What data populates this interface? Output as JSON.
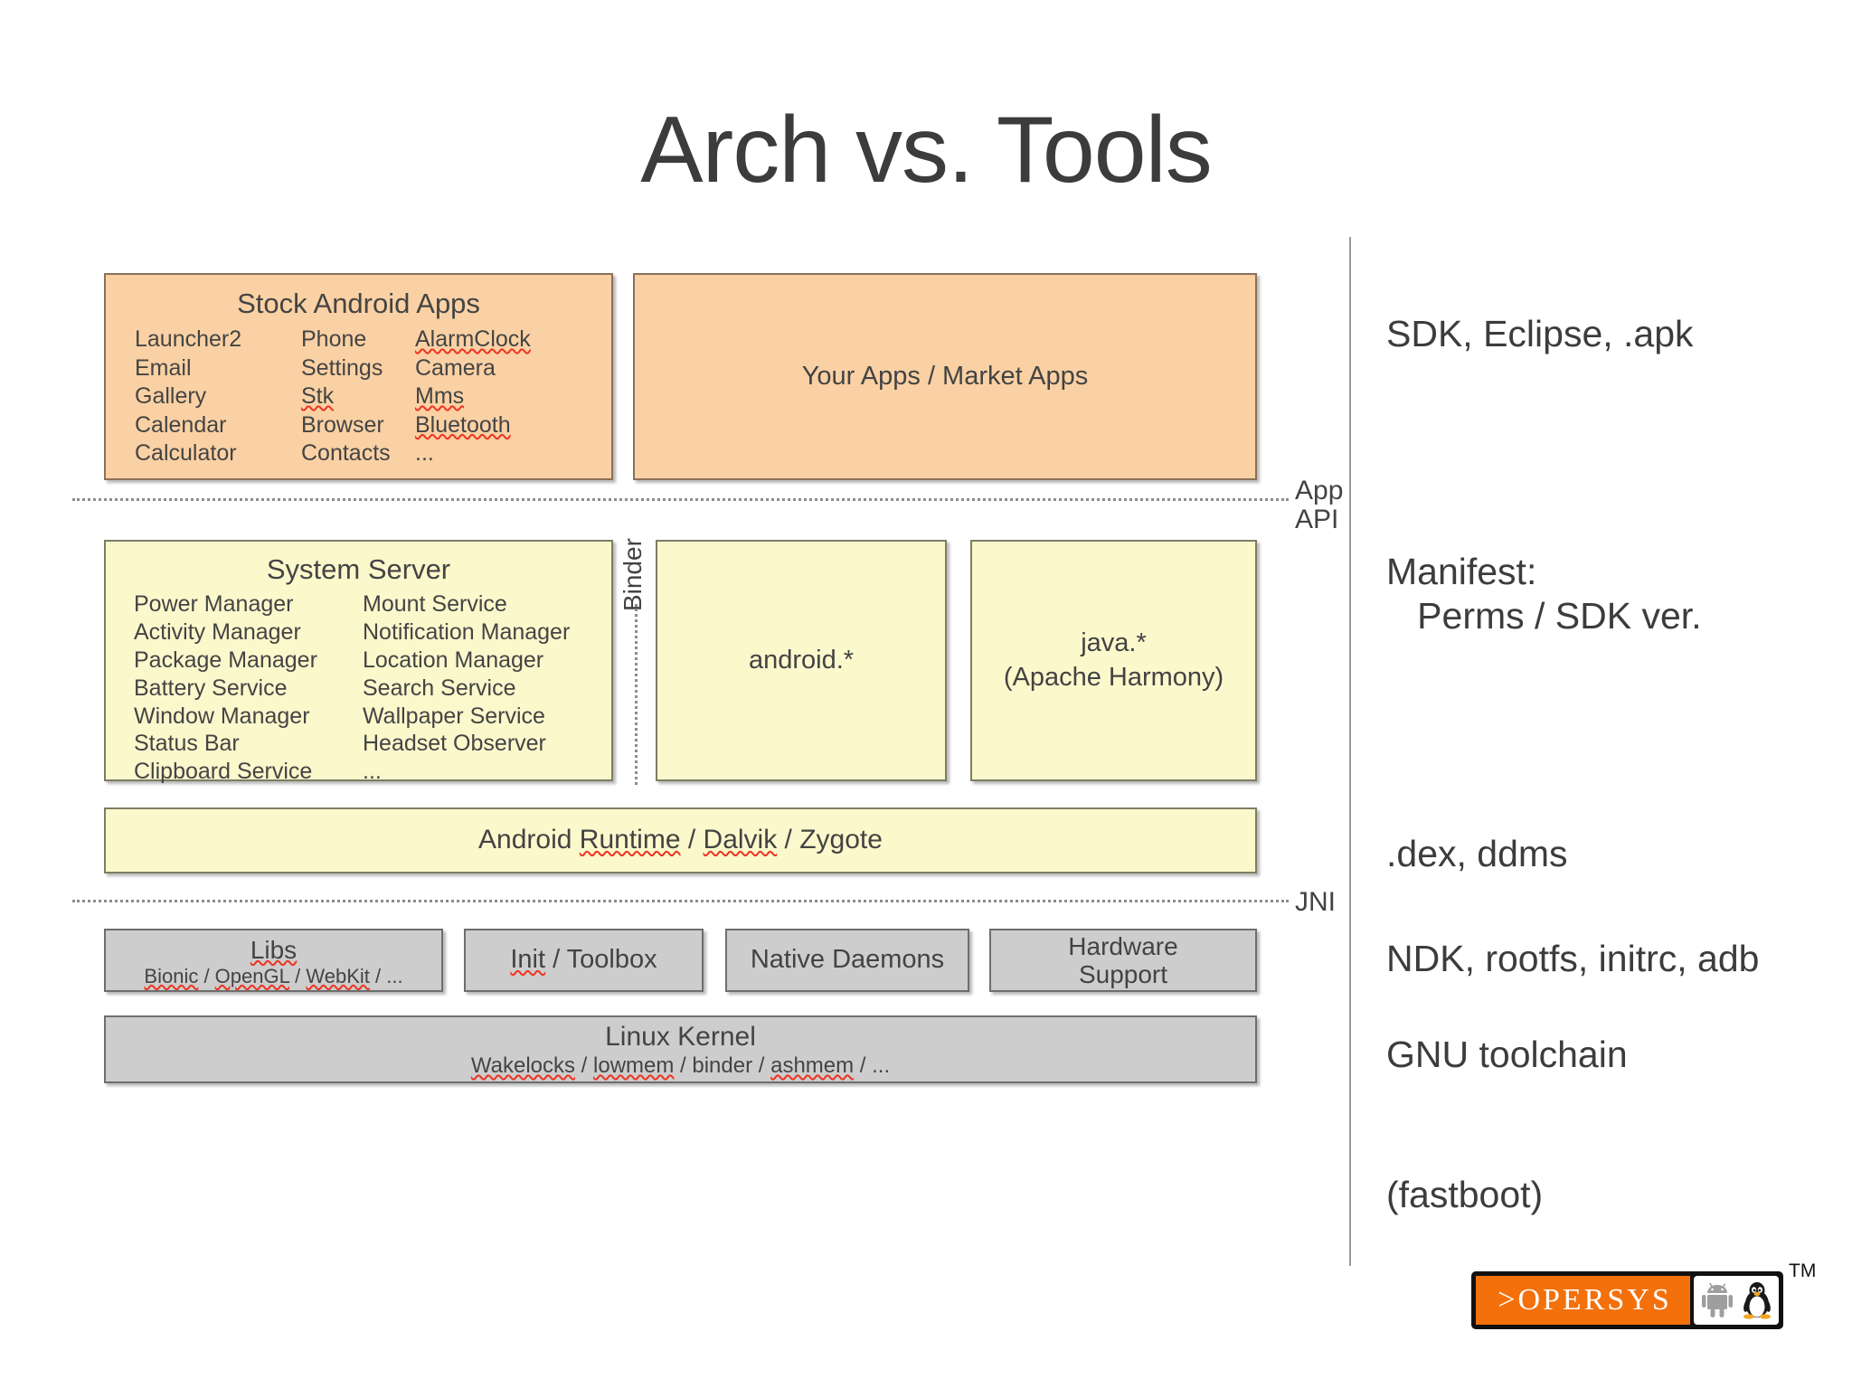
{
  "slide": {
    "title": "Arch vs. Tools"
  },
  "diagram": {
    "stock_apps": {
      "title": "Stock Android Apps",
      "items": [
        "Launcher2",
        "Phone",
        "AlarmClock",
        "Email",
        "Settings",
        "Camera",
        "Gallery",
        "Stk",
        "Mms",
        "Calendar",
        "Browser",
        "Bluetooth",
        "Calculator",
        "Contacts",
        "..."
      ]
    },
    "your_apps": {
      "label": "Your Apps / Market Apps"
    },
    "system_server": {
      "title": "System Server",
      "items": [
        "Power Manager",
        "Mount Service",
        "Activity Manager",
        "Notification Manager",
        "Package Manager",
        "Location Manager",
        "Battery Service",
        "Search Service",
        "Window Manager",
        "Wallpaper Service",
        "Status Bar",
        "Headset Observer",
        "Clipboard Service",
        "..."
      ]
    },
    "binder": {
      "label": "Binder"
    },
    "android_star": {
      "label": "android.*"
    },
    "java_star": {
      "line1": "java.*",
      "line2": "(Apache Harmony)"
    },
    "runtime": {
      "prefix": "Android ",
      "word1": "Runtime",
      "sep1": " / ",
      "word2": "Dalvik",
      "suffix": " / Zygote"
    },
    "libs": {
      "title": "Libs",
      "sub_parts": [
        "Bionic",
        " / ",
        "OpenGL",
        " / ",
        "WebKit",
        " / ..."
      ]
    },
    "init": {
      "word1": "Init",
      "rest": " / Toolbox"
    },
    "native_daemons": {
      "label": "Native Daemons"
    },
    "hardware_support": {
      "line1": "Hardware",
      "line2": "Support"
    },
    "kernel": {
      "title": "Linux Kernel",
      "sub_parts": [
        "Wakelocks",
        " / ",
        "lowmem",
        " / binder / ",
        "ashmem",
        " / ..."
      ]
    },
    "boundaries": {
      "app_api_line1": "App",
      "app_api_line2": "API",
      "jni": "JNI"
    }
  },
  "tools_column": {
    "notes": [
      "SDK, Eclipse, .apk",
      "Manifest:\n   Perms / SDK ver.",
      ".dex, ddms",
      "NDK, rootfs, initrc, adb",
      "GNU toolchain",
      "(fastboot)"
    ]
  },
  "branding": {
    "wordmark": ">OPERSYS",
    "trademark": "TM",
    "icons": [
      "android-robot-icon",
      "tux-penguin-icon"
    ]
  },
  "colors": {
    "orange_fill": "#FAD1A4",
    "yellow_fill": "#FBF8CC",
    "gray_fill": "#CDCDCD",
    "title_text": "#3C3C3C",
    "logo_orange": "#F4700A"
  }
}
